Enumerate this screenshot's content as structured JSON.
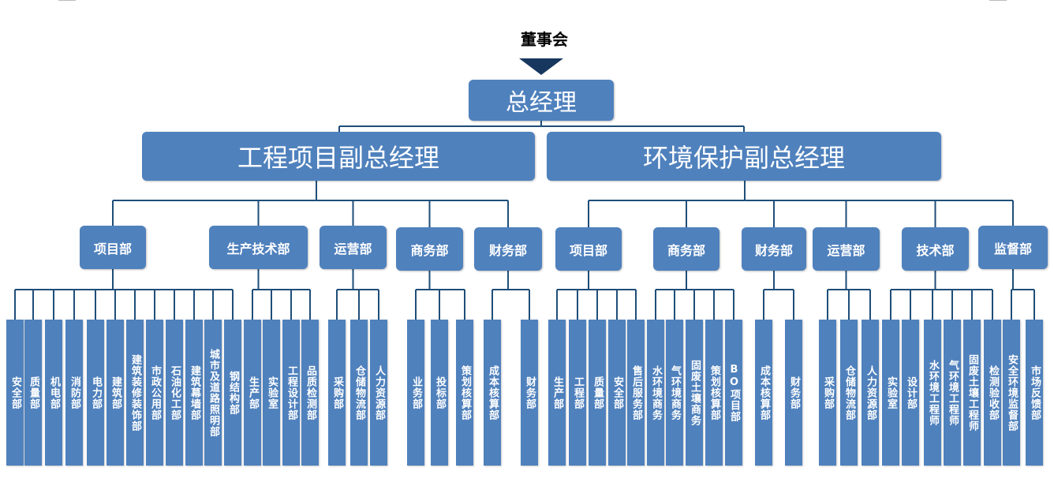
{
  "board": "董事会",
  "gm": "总经理",
  "vps": [
    {
      "title": "工程项目副总经理",
      "depts": [
        {
          "name": "项目部",
          "units": [
            "安全部",
            "质量部",
            "机电部",
            "消防部",
            "电力部",
            "建筑部",
            "建筑装修装饰部",
            "市政公用部",
            "石油化工部",
            "建筑幕墙部",
            "城市及道路照明部",
            "钢结构部"
          ]
        },
        {
          "name": "生产技术部",
          "units": [
            "生产部",
            "实验室",
            "工程设计部",
            "品质检测部"
          ]
        },
        {
          "name": "运营部",
          "units": [
            "采购部",
            "仓储物流部",
            "人力资源部"
          ]
        },
        {
          "name": "商务部",
          "units": [
            "业务部",
            "投标部",
            "策划核算部"
          ]
        },
        {
          "name": "财务部",
          "units": [
            "成本核算部",
            "财务部"
          ]
        }
      ]
    },
    {
      "title": "环境保护副总经理",
      "depts": [
        {
          "name": "项目部",
          "units": [
            "生产部",
            "工程部",
            "质量部",
            "安全部",
            "售后服务部"
          ]
        },
        {
          "name": "商务部",
          "units": [
            "水环境商务",
            "气环境商务",
            "固废土壤商务",
            "策划核算部",
            "BO项目部"
          ]
        },
        {
          "name": "财务部",
          "units": [
            "成本核算部",
            "财务部"
          ]
        },
        {
          "name": "运营部",
          "units": [
            "采购部",
            "仓储物流部",
            "人力资源部"
          ]
        },
        {
          "name": "技术部",
          "units": [
            "实验室",
            "设计部",
            "水环境工程师",
            "气环境工程师",
            "固废土壤工程师",
            "检测验收部"
          ]
        },
        {
          "name": "监督部",
          "units": [
            "安全环境监督部",
            "市场反馈部"
          ]
        }
      ]
    }
  ],
  "colors": {
    "box": "#4f81bd",
    "line": "#1f4e79",
    "arrow": "#17375e"
  }
}
